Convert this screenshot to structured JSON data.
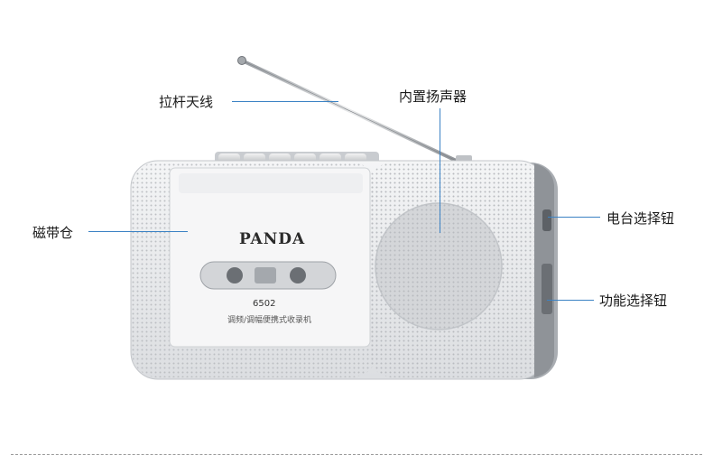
{
  "device": {
    "brand": "PANDA",
    "model": "6502",
    "description": "调频/调幅便携式收录机"
  },
  "labels": {
    "antenna": "拉杆天线",
    "speaker": "内置扬声器",
    "cassette": "磁带仓",
    "station_selector": "电台选择钮",
    "function_selector": "功能选择钮"
  },
  "colors": {
    "pointer_line": "#3b82c4",
    "body": "#e9eaec",
    "speaker_grille": "#d6d8db"
  }
}
